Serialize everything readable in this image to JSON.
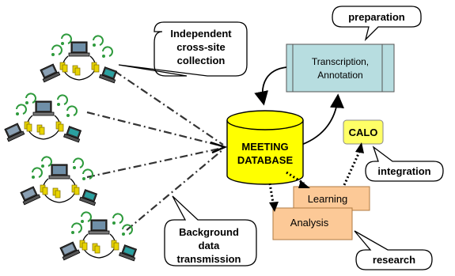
{
  "callouts": {
    "independent_line1": "Independent",
    "independent_line2": "cross-site",
    "independent_line3": "collection",
    "preparation": "preparation",
    "integration": "integration",
    "background_line1": "Background",
    "background_line2": "data",
    "background_line3": "transmission",
    "research": "research"
  },
  "database": {
    "line1": "MEETING",
    "line2": "DATABASE"
  },
  "process": {
    "transcription_line1": "Transcription,",
    "transcription_line2": "Annotation",
    "calo": "CALO",
    "learning": "Learning",
    "analysis": "Analysis"
  },
  "colors": {
    "database_fill": "#ffff00",
    "transcription_fill": "#b7dde0",
    "calo_fill": "#ffff66",
    "learning_fill": "#fcc997",
    "headset_green": "#2e9a3c",
    "paper_yellow": "#e8d400"
  }
}
